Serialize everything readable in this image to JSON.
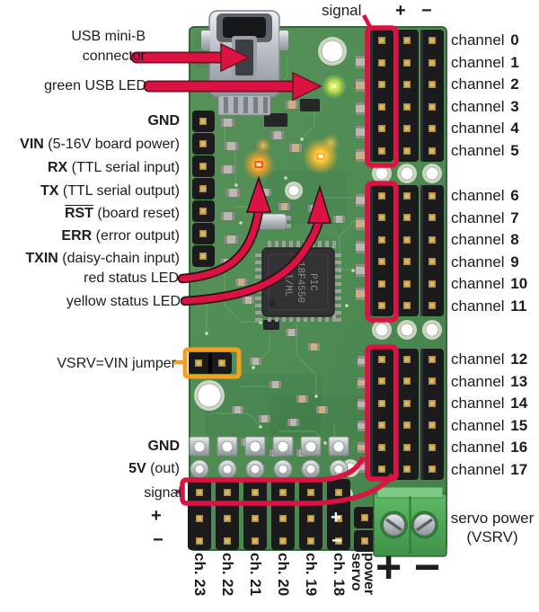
{
  "colors": {
    "accent": "#dc1243",
    "jumper_outline": "#f4a01f",
    "board_green": "#4e8c54",
    "terminal_green": "#53ae5b",
    "led_red": "#ff6a1e",
    "led_yellow": "#ffb41e",
    "led_green": "#cdee55"
  },
  "top": {
    "signal": "signal",
    "plus": "+",
    "minus": "−"
  },
  "left": {
    "usb_line1": "USB mini-B",
    "usb_line2": "connector",
    "green_led": "green USB LED",
    "pins": [
      {
        "bold": "GND",
        "rest": ""
      },
      {
        "bold": "VIN",
        "rest": " (5-16V board power)"
      },
      {
        "bold": "RX",
        "rest": " (TTL serial input)"
      },
      {
        "bold": "TX",
        "rest": " (TTL serial output)"
      },
      {
        "bold": "RST",
        "rest": " (board reset)"
      },
      {
        "bold": "ERR",
        "rest": " (error output)"
      },
      {
        "bold": "TXIN",
        "rest": " (daisy-chain input)"
      }
    ],
    "red_led": "red status LED",
    "yellow_led": "yellow status LED",
    "jumper": "VSRV=VIN jumper",
    "gnd2": "GND",
    "fivev_bold": "5V",
    "fivev_rest": " (out)",
    "signal2": "signal",
    "plus2": "+",
    "minus2": "−"
  },
  "right": {
    "channels": [
      {
        "word": "channel",
        "num": "0"
      },
      {
        "word": "channel",
        "num": "1"
      },
      {
        "word": "channel",
        "num": "2"
      },
      {
        "word": "channel",
        "num": "3"
      },
      {
        "word": "channel",
        "num": "4"
      },
      {
        "word": "channel",
        "num": "5"
      },
      {
        "word": "channel",
        "num": "6"
      },
      {
        "word": "channel",
        "num": "7"
      },
      {
        "word": "channel",
        "num": "8"
      },
      {
        "word": "channel",
        "num": "9"
      },
      {
        "word": "channel",
        "num": "10"
      },
      {
        "word": "channel",
        "num": "11"
      },
      {
        "word": "channel",
        "num": "12"
      },
      {
        "word": "channel",
        "num": "13"
      },
      {
        "word": "channel",
        "num": "14"
      },
      {
        "word": "channel",
        "num": "15"
      },
      {
        "word": "channel",
        "num": "16"
      },
      {
        "word": "channel",
        "num": "17"
      }
    ],
    "servo_line1": "servo power",
    "servo_line2": "(VSRV)"
  },
  "bottom": {
    "rotated": [
      {
        "prefix": "ch.",
        "num": "23"
      },
      {
        "prefix": "ch.",
        "num": "22"
      },
      {
        "prefix": "ch.",
        "num": "21"
      },
      {
        "prefix": "ch.",
        "num": "20"
      },
      {
        "prefix": "ch.",
        "num": "19"
      },
      {
        "prefix": "ch.",
        "num": "18"
      }
    ],
    "servo": "servo",
    "power": "power",
    "board_plus": "+",
    "board_minus": "−",
    "big_plus": "+",
    "big_minus": "−"
  },
  "board": {
    "chip_line1": "PIC",
    "chip_line2": "18F4550",
    "chip_line3": "-I/ML"
  }
}
